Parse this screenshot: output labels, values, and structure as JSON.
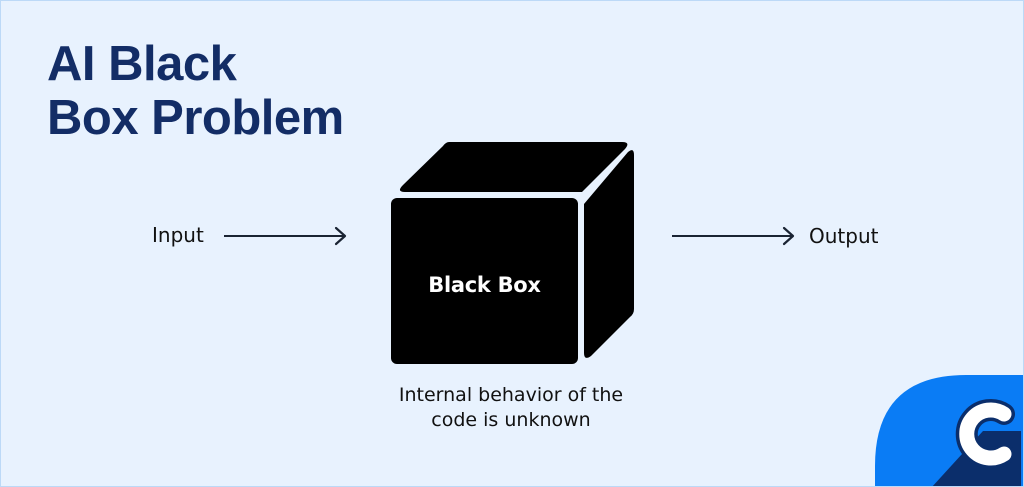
{
  "title": {
    "line1": "AI Black",
    "line2": "Box Problem"
  },
  "diagram": {
    "input_label": "Input",
    "output_label": "Output",
    "box_label": "Black Box",
    "caption_line1": "Internal behavior of the",
    "caption_line2": "code is unknown"
  },
  "logo": {
    "letter": "C",
    "icon": "brand-logo-icon"
  },
  "colors": {
    "background": "#e8f2fe",
    "border": "#bcd9f7",
    "title": "#132d66",
    "cube": "#000000",
    "text": "#111111",
    "logo_blue": "#0a7cf5",
    "logo_shadow": "#0b2e6b"
  }
}
